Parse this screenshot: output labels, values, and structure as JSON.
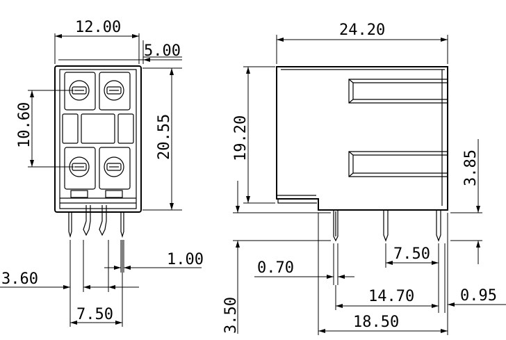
{
  "figure": {
    "type": "technical-drawing",
    "subject": "PCB terminal block, front and side views",
    "units_printed": "none",
    "colors": {
      "line": "#000000",
      "background": "#ffffff"
    }
  },
  "front_view": {
    "dimensions": {
      "overall_width": "12.00",
      "pitch": "5.00",
      "height": "20.55",
      "screw_spacing": "10.60",
      "pin_width": "1.00",
      "offset": "3.60",
      "pin_pitch": "7.50"
    }
  },
  "side_view": {
    "dimensions": {
      "overall_length": "24.20",
      "height": "19.20",
      "opening_height": "3.85",
      "pin_length": "3.50",
      "pin_thickness": "0.70",
      "pin_pitch": "7.50",
      "pin_offset": "14.70",
      "pin_span": "18.50",
      "edge_offset": "0.95"
    }
  }
}
